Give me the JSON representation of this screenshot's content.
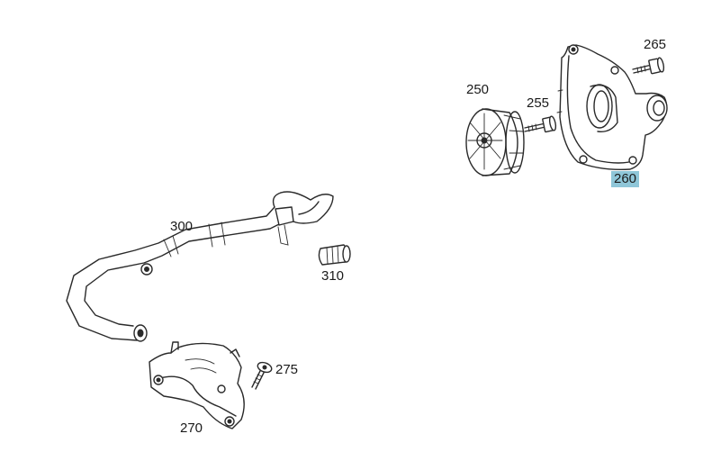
{
  "callouts": {
    "p250": "250",
    "p255": "255",
    "p260": "260",
    "p265": "265",
    "p270": "270",
    "p275": "275",
    "p300": "300",
    "p310": "310"
  },
  "highlight_color": "#8fc6d8"
}
